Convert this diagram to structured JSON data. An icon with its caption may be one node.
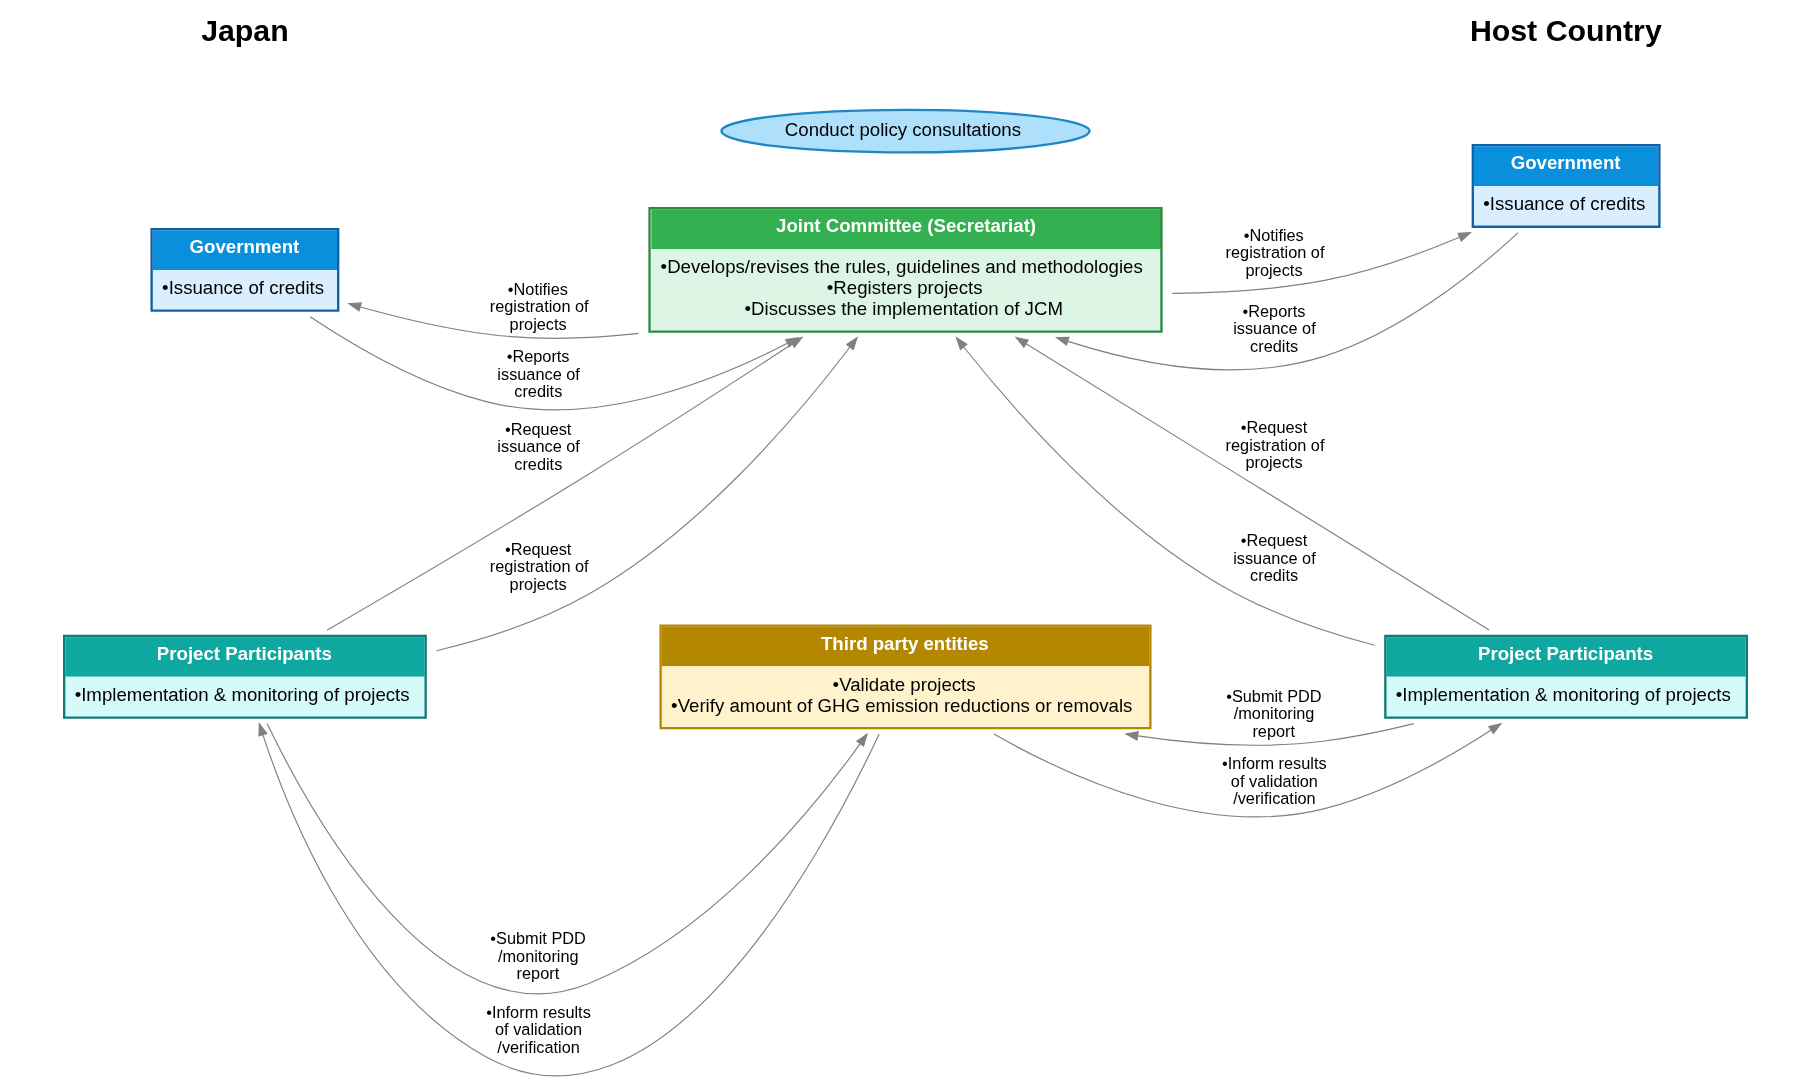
{
  "diagram": {
    "nodes": [
      {
        "text": [
          "Government",
          "•Issuance of credits"
        ]
      },
      {
        "text": [
          "Joint Committee (Secretariat)",
          "•Develops/revises the rules, guidelines and methodologies",
          "•Registers projects",
          "•Discusses the implementation of JCM"
        ]
      },
      {
        "text": [
          "Government",
          "•Issuance of credits"
        ]
      },
      {
        "text": [
          "Conduct policy consultations"
        ]
      },
      {
        "text": [
          "Project Participants",
          "•Implementation & monitoring of projects"
        ]
      },
      {
        "text": [
          "Third party entities",
          "•Validate projects",
          "•Verify amount of GHG emission reductions or removals"
        ]
      },
      {
        "text": [
          "Project Participants",
          "•Implementation & monitoring of projects"
        ]
      }
    ],
    "edges": [
      {
        "from": 1,
        "to": 0,
        "arrow": "to",
        "label": "•Notifies registration of projects"
      },
      {
        "from": 0,
        "to": 1,
        "arrow": "to",
        "label": "•Reports issuance of credits"
      },
      {
        "from": 1,
        "to": 2,
        "arrow": "to",
        "label": "•Notifies registration of projects"
      },
      {
        "from": 2,
        "to": 1,
        "arrow": "to",
        "label": "•Reports issuance of credits"
      },
      {
        "from": 4,
        "to": 1,
        "arrow": "to",
        "label": "•Request issuance of credits"
      },
      {
        "from": 4,
        "to": 1,
        "arrow": "to",
        "label": "•Request registration of projects"
      },
      {
        "from": 4,
        "to": 5,
        "arrow": "to",
        "label": "•Submit PDD /monitoring report"
      },
      {
        "from": 5,
        "to": 4,
        "arrow": "to",
        "label": "•Inform results of validation /verification"
      },
      {
        "from": 6,
        "to": 1,
        "arrow": "to",
        "label": "•Request registration of projects"
      },
      {
        "from": 6,
        "to": 1,
        "arrow": "to",
        "label": "•Request issuance of credits"
      },
      {
        "from": 6,
        "to": 5,
        "arrow": "to",
        "label": "•Submit PDD /monitoring report"
      },
      {
        "from": 5,
        "to": 6,
        "arrow": "to",
        "label": "•Inform results of validation /verification"
      }
    ],
    "labels": [
      "Japan",
      "Host Country"
    ]
  }
}
